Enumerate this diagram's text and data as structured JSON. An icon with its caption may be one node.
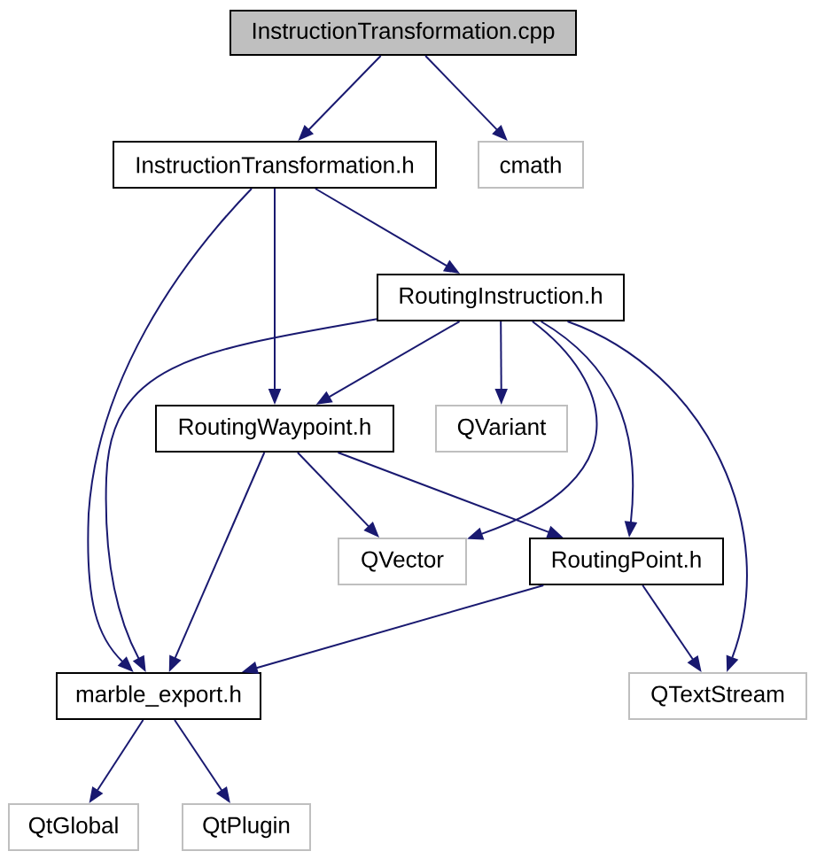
{
  "diagram": {
    "nodes": [
      {
        "text": [
          "InstructionTransformation.cpp"
        ]
      },
      {
        "text": [
          "InstructionTransformation.h"
        ]
      },
      {
        "text": [
          "cmath"
        ]
      },
      {
        "text": [
          "RoutingInstruction.h"
        ]
      },
      {
        "text": [
          "RoutingWaypoint.h"
        ]
      },
      {
        "text": [
          "QVariant"
        ]
      },
      {
        "text": [
          "QVector"
        ]
      },
      {
        "text": [
          "RoutingPoint.h"
        ]
      },
      {
        "text": [
          "marble_export.h"
        ]
      },
      {
        "text": [
          "QTextStream"
        ]
      },
      {
        "text": [
          "QtGlobal"
        ]
      },
      {
        "text": [
          "QtPlugin"
        ]
      }
    ],
    "edges": [
      {
        "from": 0,
        "to": 1,
        "arrow": "to"
      },
      {
        "from": 0,
        "to": 2,
        "arrow": "to"
      },
      {
        "from": 1,
        "to": 8,
        "arrow": "to"
      },
      {
        "from": 1,
        "to": 4,
        "arrow": "to"
      },
      {
        "from": 1,
        "to": 3,
        "arrow": "to"
      },
      {
        "from": 3,
        "to": 8,
        "arrow": "to"
      },
      {
        "from": 3,
        "to": 4,
        "arrow": "to"
      },
      {
        "from": 3,
        "to": 5,
        "arrow": "to"
      },
      {
        "from": 3,
        "to": 6,
        "arrow": "to"
      },
      {
        "from": 3,
        "to": 7,
        "arrow": "to"
      },
      {
        "from": 3,
        "to": 9,
        "arrow": "to"
      },
      {
        "from": 4,
        "to": 8,
        "arrow": "to"
      },
      {
        "from": 4,
        "to": 6,
        "arrow": "to"
      },
      {
        "from": 4,
        "to": 7,
        "arrow": "to"
      },
      {
        "from": 7,
        "to": 8,
        "arrow": "to"
      },
      {
        "from": 7,
        "to": 9,
        "arrow": "to"
      },
      {
        "from": 8,
        "to": 10,
        "arrow": "to"
      },
      {
        "from": 8,
        "to": 11,
        "arrow": "to"
      }
    ]
  }
}
